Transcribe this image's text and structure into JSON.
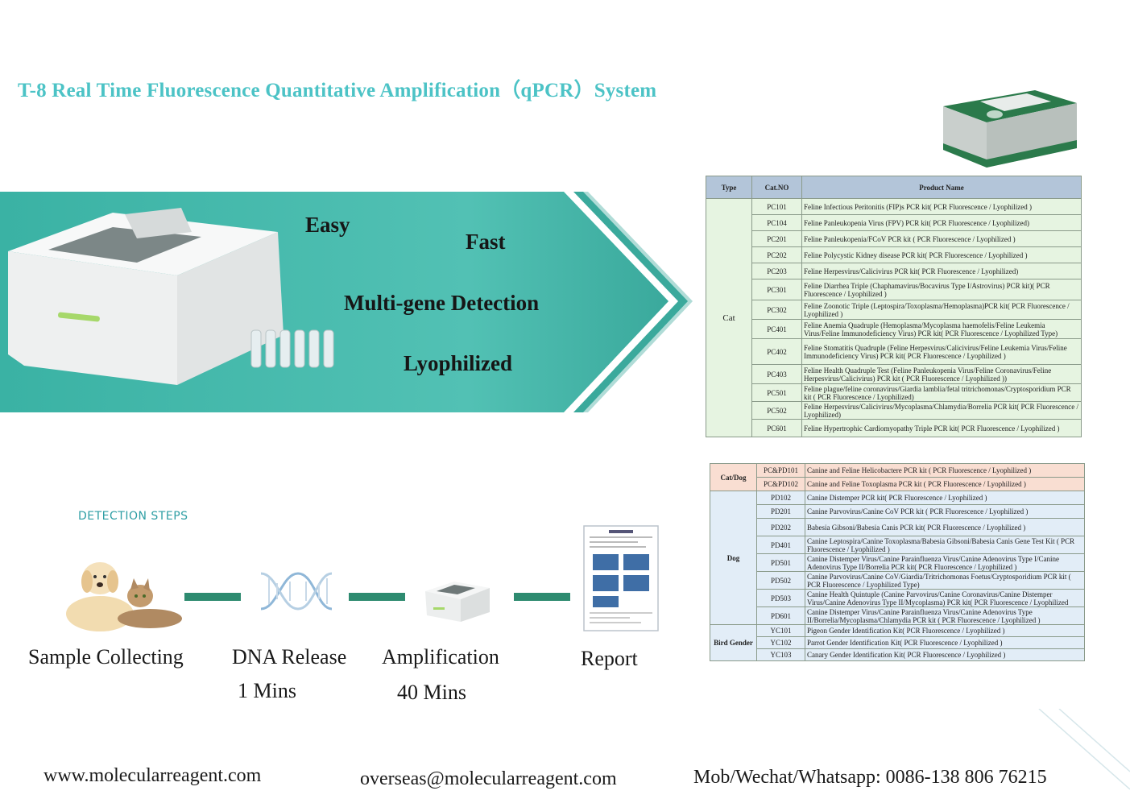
{
  "title": "T-8 Real Time Fluorescence Quantitative Amplification（qPCR）System",
  "features": [
    "Easy",
    "Fast",
    "Multi-gene  Detection",
    "Lyophilized"
  ],
  "cat_table": {
    "headers": [
      "Type",
      "Cat.NO",
      "Product Name"
    ],
    "type": "Cat",
    "rows": [
      {
        "cat": "PC101",
        "name": "Feline Infectious Peritonitis (FIP)s PCR kit( PCR Fluorescence  / Lyophilized )"
      },
      {
        "cat": "PC104",
        "name": "Feline Panleukopenia Virus (FPV) PCR  kit( PCR Fluorescence  / Lyophilized)"
      },
      {
        "cat": "PC201",
        "name": "Feline Panleukopenia/FCoV PCR kit ( PCR Fluorescence  / Lyophilized )"
      },
      {
        "cat": "PC202",
        "name": "Feline Polycystic Kidney disease PCR kit( PCR Fluorescence  / Lyophilized )"
      },
      {
        "cat": "PC203",
        "name": "Feline Herpesvirus/Calicivirus PCR kit( PCR Fluorescence  / Lyophilized)"
      },
      {
        "cat": "PC301",
        "name": "Feline Diarrhea Triple  (Chaphamavirus/Bocavirus Type I/Astrovirus) PCR kit)( PCR Fluorescence  / Lyophilized )"
      },
      {
        "cat": "PC302",
        "name": "Feline Zoonotic Triple (Leptospira/Toxoplasma/Hemoplasma)PCR kit( PCR Fluorescence  / Lyophilized )"
      },
      {
        "cat": "PC401",
        "name": "Feline Anemia  Quadruple (Hemoplasma/Mycoplasma haemofelis/Feline Leukemia Virus/Feline Immunodeficiency Virus) PCR kit( PCR Fluorescence  / Lyophilized Type)"
      },
      {
        "cat": "PC402",
        "name": "Feline Stomatitis Quadruple  (Feline Herpesvirus/Calicivirus/Feline Leukemia Virus/Feline Immunodeficiency Virus)  PCR kit( PCR Fluorescence  / Lyophilized )"
      },
      {
        "cat": "PC403",
        "name": "Feline Health Quadruple Test (Feline Panleukopenia Virus/Feline Coronavirus/Feline Herpesvirus/Calicivirus) PCR kit ( PCR Fluorescence  / Lyophilized ))"
      },
      {
        "cat": "PC501",
        "name": "Feline plague/feline coronavirus/Giardia lamblia/fetal tritrichomonas/Cryptosporidium PCR kit ( PCR Fluorescence  / Lyophilized)"
      },
      {
        "cat": "PC502",
        "name": "Feline Herpesvirus/Calicivirus/Mycoplasma/Chlamydia/Borrelia PCR kit( PCR Fluorescence  / Lyophilized)"
      },
      {
        "cat": "PC601",
        "name": "Feline Hypertrophic Cardiomyopathy Triple PCR kit( PCR Fluorescence  / Lyophilized )"
      }
    ]
  },
  "dog_table": {
    "groups": [
      {
        "type": "Cat/Dog",
        "rows": [
          {
            "cat": "PC&PD101",
            "name": "Canine and Feline Helicobactere PCR kit ( PCR Fluorescence  / Lyophilized )"
          },
          {
            "cat": "PC&PD102",
            "name": "Canine and Feline Toxoplasma PCR kit ( PCR Fluorescence  / Lyophilized )"
          }
        ]
      },
      {
        "type": "Dog",
        "rows": [
          {
            "cat": "PD102",
            "name": "Canine Distemper PCR kit( PCR Fluorescence  / Lyophilized )"
          },
          {
            "cat": "PD201",
            "name": "Canine Parvovirus/Canine CoV PCR kit ( PCR Fluorescence  / Lyophilized )"
          },
          {
            "cat": "PD202",
            "name": "Babesia Gibsoni/Babesia Canis PCR kit( PCR Fluorescence  / Lyophilized )"
          },
          {
            "cat": "PD401",
            "name": "Canine Leptospira/Canine Toxoplasma/Babesia Gibsoni/Babesia Canis Gene Test Kit ( PCR Fluorescence  / Lyophilized )"
          },
          {
            "cat": "PD501",
            "name": "Canine Distemper Virus/Canine Parainfluenza Virus/Canine Adenovirus Type I/Canine Adenovirus Type II/Borrelia PCR kit( PCR Fluorescence  / Lyophilized )"
          },
          {
            "cat": "PD502",
            "name": "Canine Parvovirus/Canine CoV/Giardia/Tritrichomonas Foetus/Cryptosporidium  PCR kit ( PCR Fluorescence  / Lyophilized Type)"
          },
          {
            "cat": "PD503",
            "name": "Canine Health Quintuple   (Canine Parvovirus/Canine Coronavirus/Canine Distemper Virus/Canine Adenovirus Type II/Mycoplasma)  PCR kit( PCR Fluorescence  / Lyophilized"
          },
          {
            "cat": "PD601",
            "name": "Canine Distemper Virus/Canine Parainfluenza Virus/Canine Adenovirus Type II/Borrelia/Mycoplasma/Chlamydia PCR kit ( PCR Fluorescence  / Lyophilized )"
          }
        ]
      },
      {
        "type": "Bird Gender",
        "rows": [
          {
            "cat": "YC101",
            "name": "Pigeon Gender Identification Kit( PCR Fluorescence  / Lyophilized )"
          },
          {
            "cat": "YC102",
            "name": "Parrot Gender Identification Kit( PCR Fluorescence / Lyophilized )"
          },
          {
            "cat": "YC103",
            "name": "Canary Gender Identification Kit( PCR Fluorescence  / Lyophilized )"
          }
        ]
      }
    ]
  },
  "steps_heading": "DETECTION STEPS",
  "steps": [
    {
      "label": "Sample Collecting",
      "time": ""
    },
    {
      "label": "DNA Release",
      "time": "1 Mins"
    },
    {
      "label": "Amplification",
      "time": "40 Mins"
    },
    {
      "label": "Report",
      "time": ""
    }
  ],
  "footer": {
    "website": "www.molecularreagent.com",
    "email": "overseas@molecularreagent.com",
    "contact": "Mob/Wechat/Whatsapp: 0086-138 806 76215"
  },
  "colors": {
    "title": "#4cc3c6",
    "banner": "#3fb3a4",
    "accent_dash": "#2e8b70"
  }
}
